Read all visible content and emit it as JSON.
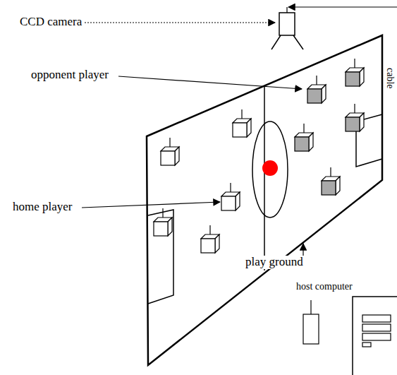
{
  "diagram": {
    "labels": [
      "CCD camera",
      "opponent player",
      "cable",
      "home player",
      "play ground",
      "host computer"
    ]
  }
}
